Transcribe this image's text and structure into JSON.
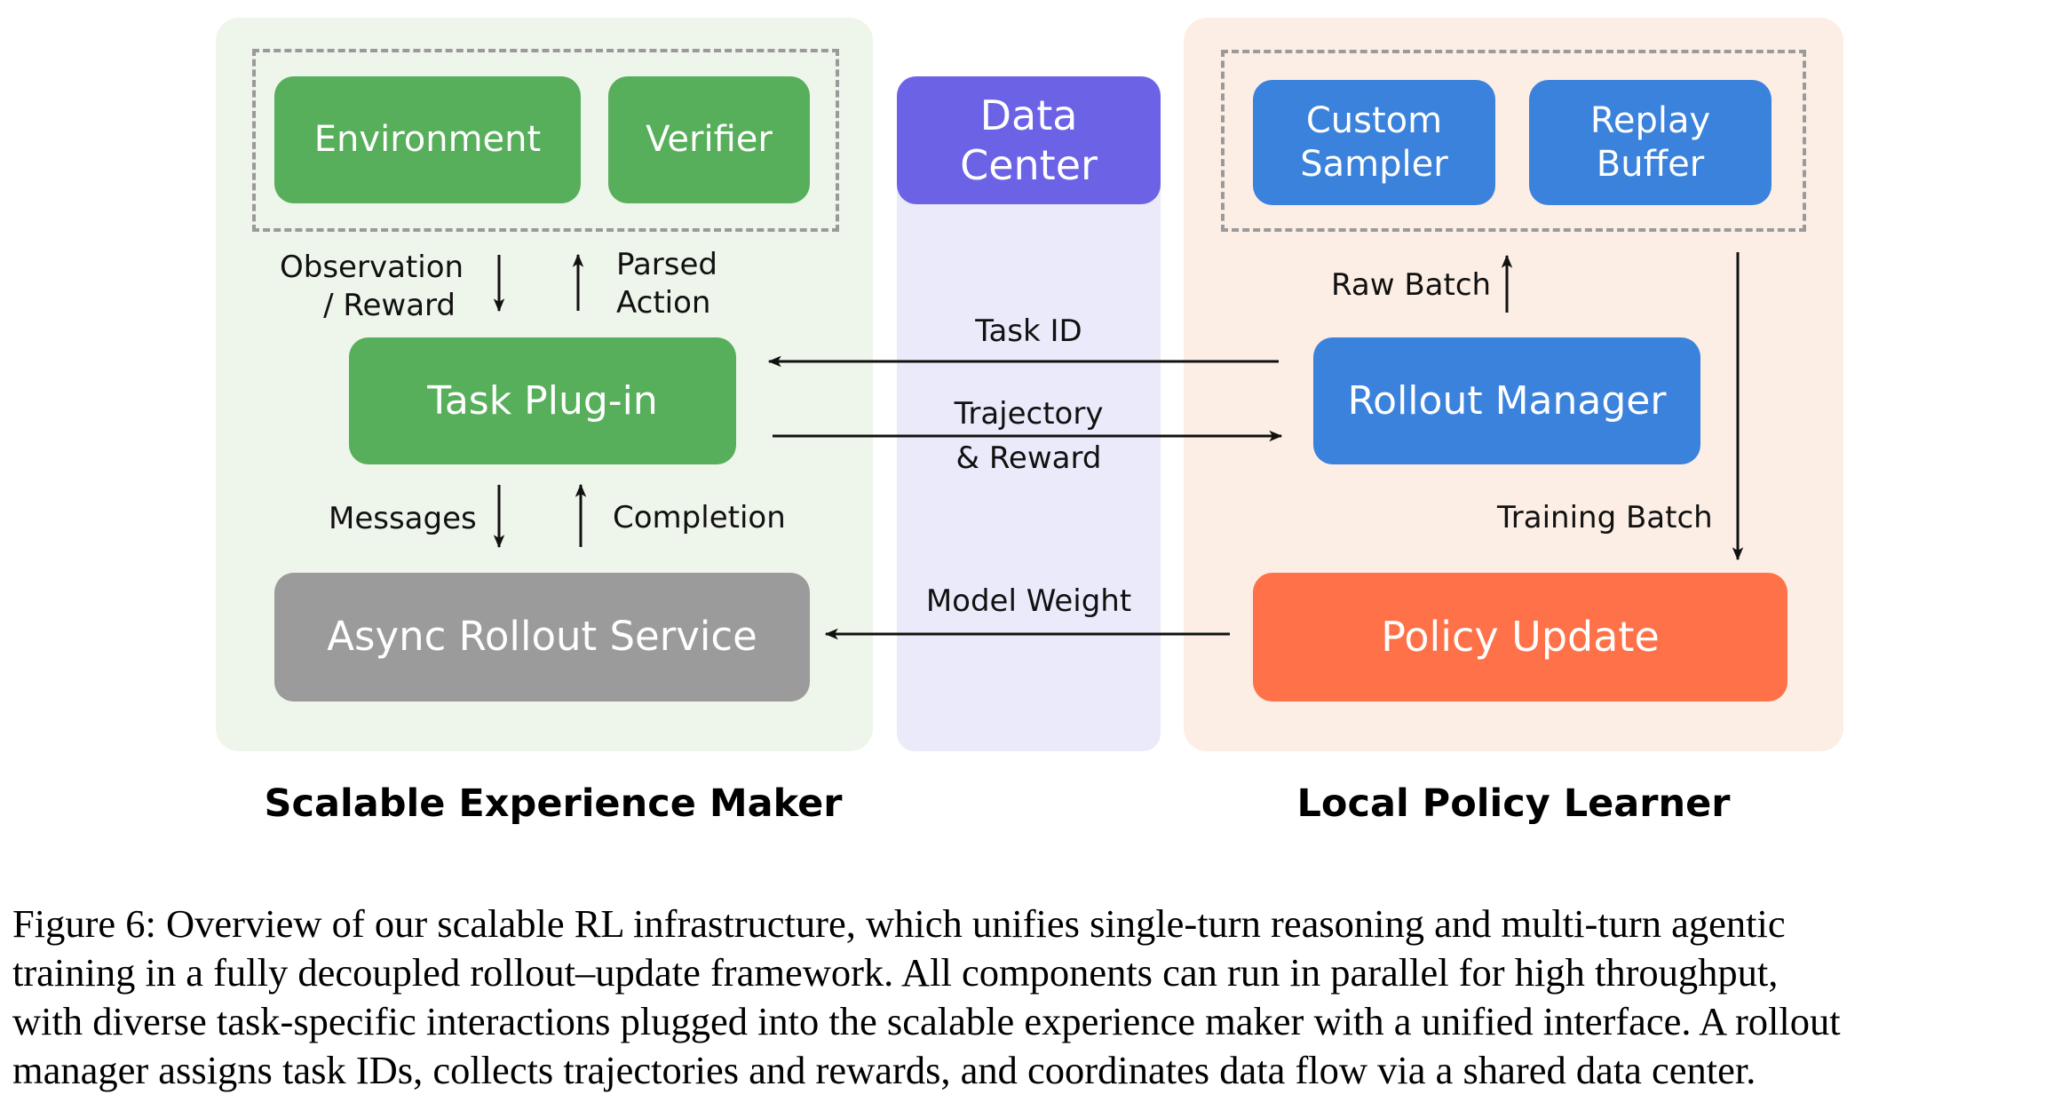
{
  "colors": {
    "green": "#57ae5b",
    "blue": "#3b82dc",
    "purple": "#6c62e6",
    "gray": "#9b9b9b",
    "orange": "#ff7249",
    "left_panel_bg": "#eef5ea",
    "right_panel_bg": "#fdeee5",
    "center_column_bg": "#ebeafb"
  },
  "left_panel": {
    "title": "Scalable Experience Maker",
    "environment": "Environment",
    "verifier": "Verifier",
    "observation_reward": [
      "Observation",
      "/ Reward"
    ],
    "parsed_action": [
      "Parsed",
      "Action"
    ],
    "task_plugin": "Task Plug-in",
    "messages": "Messages",
    "completion": "Completion",
    "async_rollout": "Async Rollout Service"
  },
  "center": {
    "data_center": [
      "Data",
      "Center"
    ],
    "task_id": "Task ID",
    "trajectory_reward": [
      "Trajectory",
      "& Reward"
    ],
    "model_weight": "Model Weight"
  },
  "right_panel": {
    "title": "Local Policy Learner",
    "custom_sampler": [
      "Custom",
      "Sampler"
    ],
    "replay_buffer": [
      "Replay",
      "Buffer"
    ],
    "raw_batch": "Raw Batch",
    "rollout_manager": "Rollout Manager",
    "training_batch": "Training Batch",
    "policy_update": "Policy Update"
  },
  "caption": [
    "Figure 6: Overview of our scalable RL infrastructure, which unifies single-turn reasoning and multi-turn agentic",
    "training in a fully decoupled rollout–update framework.  All components can run in parallel for high throughput,",
    "with diverse task-specific interactions plugged into the scalable experience maker with a unified interface.  A rollout",
    "manager assigns task IDs, collects trajectories and rewards, and coordinates data flow via a shared data center."
  ]
}
